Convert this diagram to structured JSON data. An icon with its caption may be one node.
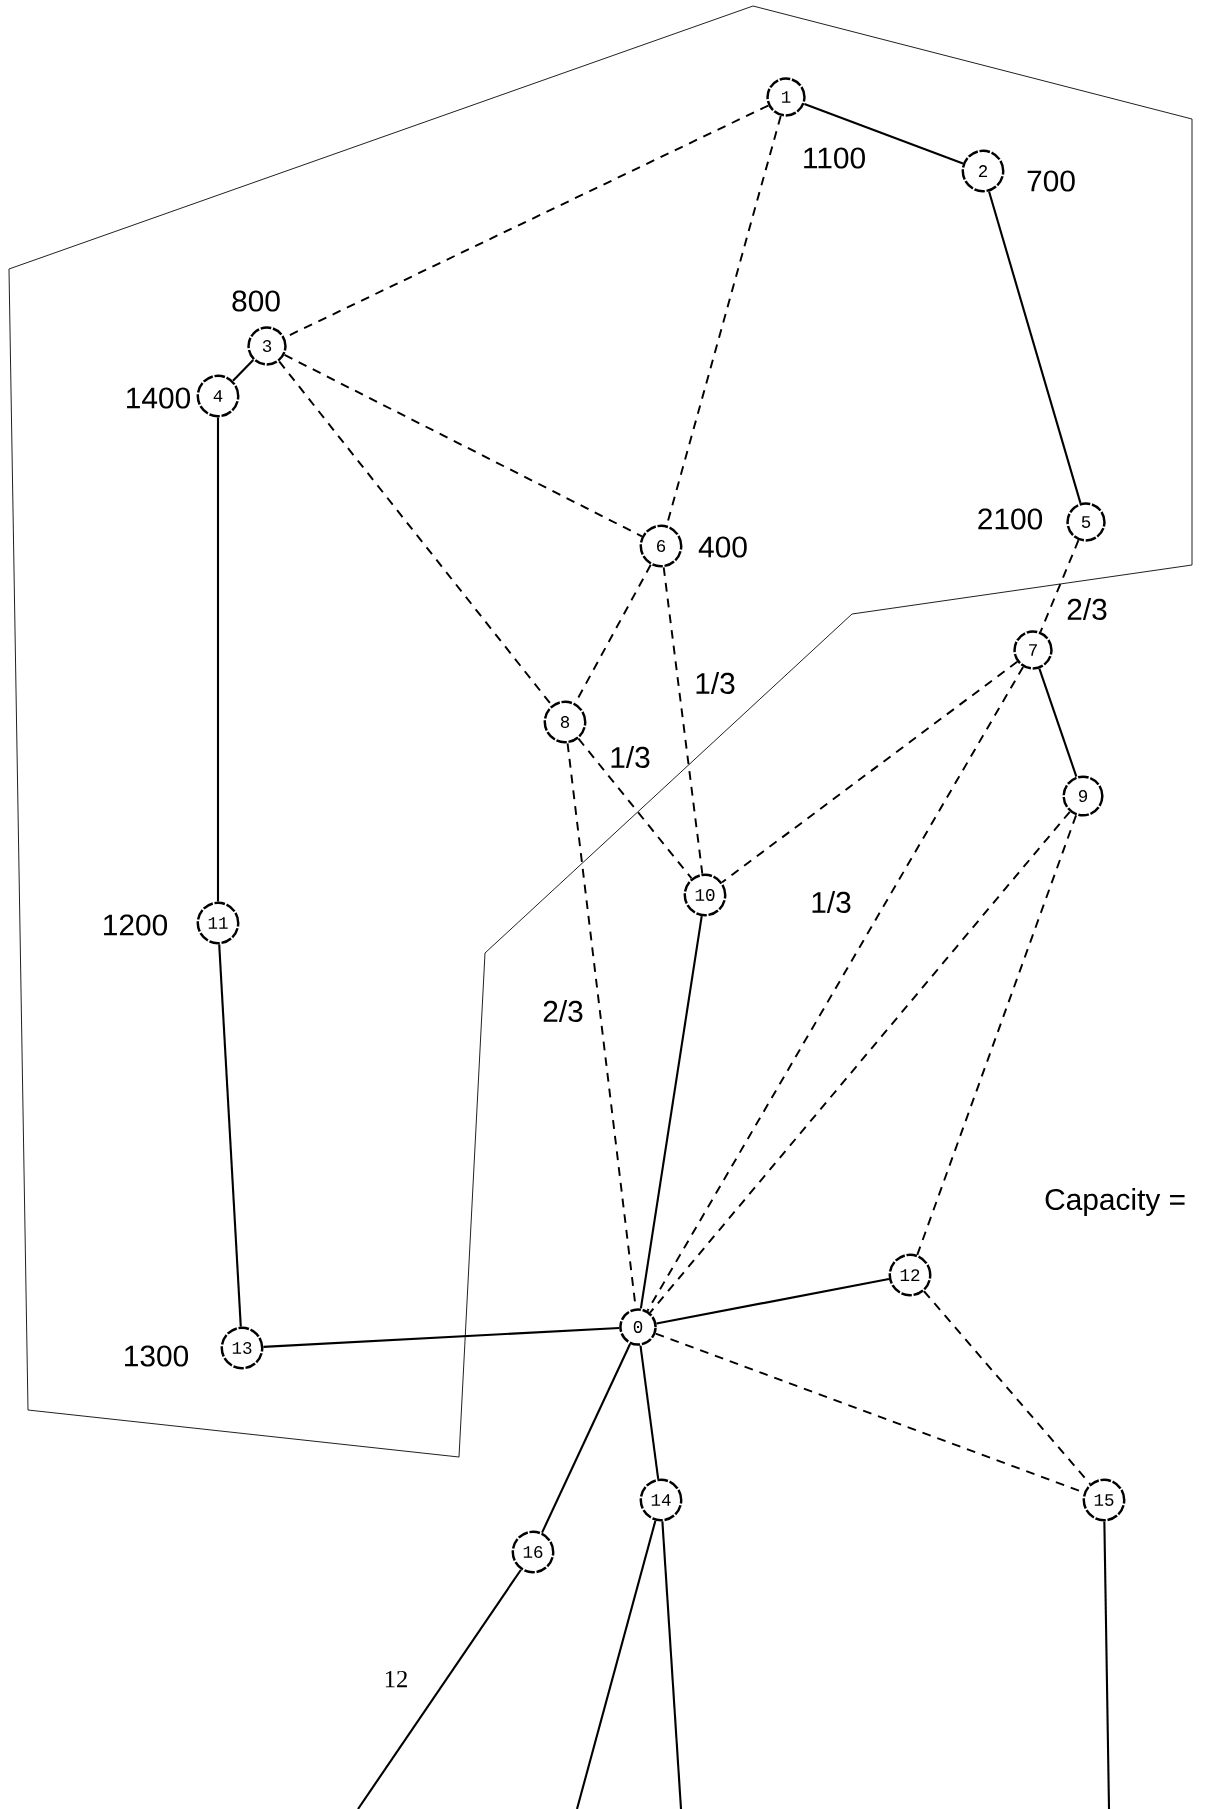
{
  "diagram": {
    "nodes": [
      {
        "text": [
          "0"
        ]
      },
      {
        "text": [
          "1"
        ],
        "beside": [
          "1100"
        ]
      },
      {
        "text": [
          "2"
        ],
        "beside": [
          "700"
        ]
      },
      {
        "text": [
          "3"
        ],
        "beside": [
          "800"
        ]
      },
      {
        "text": [
          "4"
        ],
        "beside": [
          "1400"
        ]
      },
      {
        "text": [
          "5"
        ],
        "beside": [
          "2100"
        ]
      },
      {
        "text": [
          "6"
        ],
        "beside": [
          "400"
        ]
      },
      {
        "text": [
          "7"
        ]
      },
      {
        "text": [
          "8"
        ]
      },
      {
        "text": [
          "9"
        ]
      },
      {
        "text": [
          "10"
        ]
      },
      {
        "text": [
          "11"
        ],
        "beside": [
          "1200"
        ]
      },
      {
        "text": [
          "12"
        ]
      },
      {
        "text": [
          "13"
        ],
        "beside": [
          "1300"
        ]
      },
      {
        "text": [
          "14"
        ]
      },
      {
        "text": [
          "15"
        ]
      },
      {
        "text": [
          "16"
        ]
      }
    ],
    "edges": [
      {
        "from": 1,
        "to": 2,
        "arrow": "none"
      },
      {
        "from": 1,
        "to": 3,
        "arrow": "none",
        "style": "dashed"
      },
      {
        "from": 1,
        "to": 6,
        "arrow": "none",
        "style": "dashed"
      },
      {
        "from": 2,
        "to": 5,
        "arrow": "none"
      },
      {
        "from": 3,
        "to": 4,
        "arrow": "none"
      },
      {
        "from": 3,
        "to": 6,
        "arrow": "none",
        "style": "dashed"
      },
      {
        "from": 3,
        "to": 8,
        "arrow": "none",
        "style": "dashed"
      },
      {
        "from": 4,
        "to": 11,
        "arrow": "none"
      },
      {
        "from": 5,
        "to": 7,
        "arrow": "none",
        "style": "dashed",
        "label": "2/3"
      },
      {
        "from": 6,
        "to": 8,
        "arrow": "none",
        "style": "dashed"
      },
      {
        "from": 6,
        "to": 10,
        "arrow": "none",
        "style": "dashed",
        "label": "1/3"
      },
      {
        "from": 7,
        "to": 9,
        "arrow": "none"
      },
      {
        "from": 7,
        "to": 10,
        "arrow": "none",
        "style": "dashed"
      },
      {
        "from": 7,
        "to": 0,
        "arrow": "none",
        "style": "dashed",
        "label": "1/3"
      },
      {
        "from": 8,
        "to": 10,
        "arrow": "none",
        "style": "dashed",
        "label": "1/3"
      },
      {
        "from": 8,
        "to": 0,
        "arrow": "none",
        "style": "dashed",
        "label": "2/3"
      },
      {
        "from": 9,
        "to": 0,
        "arrow": "none",
        "style": "dashed"
      },
      {
        "from": 9,
        "to": 12,
        "arrow": "none",
        "style": "dashed"
      },
      {
        "from": 10,
        "to": 0,
        "arrow": "none"
      },
      {
        "from": 11,
        "to": 13,
        "arrow": "none"
      },
      {
        "from": 13,
        "to": 0,
        "arrow": "none"
      },
      {
        "from": 0,
        "to": 12,
        "arrow": "none"
      },
      {
        "from": 0,
        "to": 15,
        "arrow": "none",
        "style": "dashed"
      },
      {
        "from": 12,
        "to": 15,
        "arrow": "none",
        "style": "dashed"
      },
      {
        "from": 0,
        "to": 14,
        "arrow": "none"
      },
      {
        "from": 0,
        "to": 16,
        "arrow": "none"
      },
      {
        "from": 14,
        "to": null,
        "arrow": "none"
      },
      {
        "from": 14,
        "to": null,
        "arrow": "none"
      },
      {
        "from": 15,
        "to": null,
        "arrow": "none"
      },
      {
        "from": 16,
        "to": null,
        "arrow": "none",
        "label": "12"
      }
    ],
    "labels": [
      "Capacity ="
    ]
  }
}
